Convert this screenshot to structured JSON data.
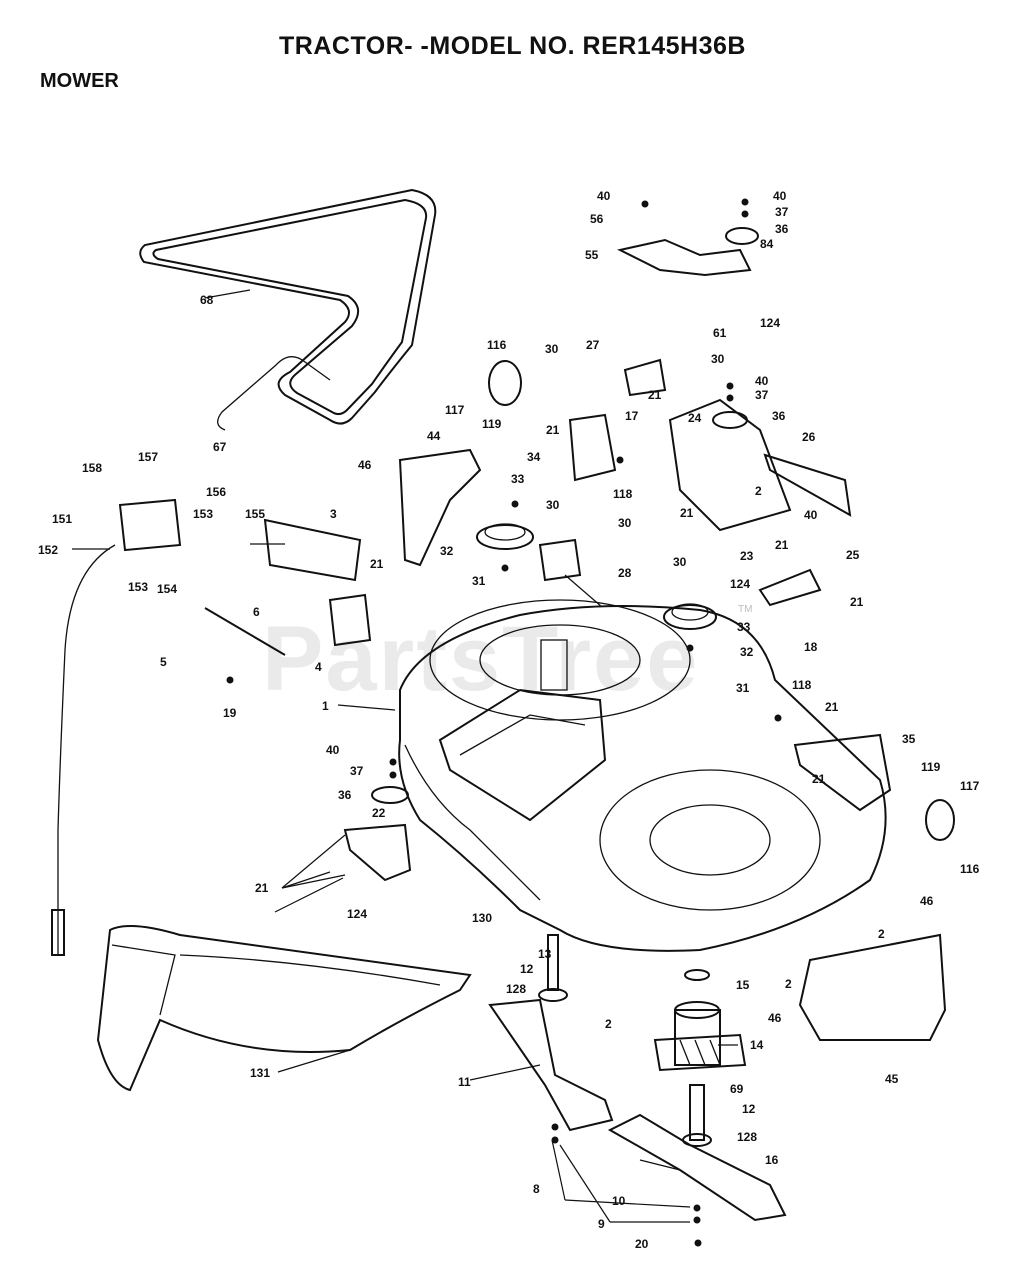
{
  "header": {
    "title": "TRACTOR- -MODEL NO. RER145H36B",
    "section": "MOWER"
  },
  "watermark": {
    "text": "PartsTree",
    "trademark": "TM"
  },
  "parts": {
    "p1": "1",
    "p2a": "2",
    "p2b": "2",
    "p2c": "2",
    "p2d": "2",
    "p3": "3",
    "p4": "4",
    "p5": "5",
    "p6": "6",
    "p8": "8",
    "p9": "9",
    "p10": "10",
    "p11": "11",
    "p12a": "12",
    "p12b": "12",
    "p13": "13",
    "p14": "14",
    "p15": "15",
    "p16": "16",
    "p17": "17",
    "p18": "18",
    "p19": "19",
    "p20": "20",
    "p21a": "21",
    "p21b": "21",
    "p21c": "21",
    "p21d": "21",
    "p21e": "21",
    "p21f": "21",
    "p21g": "21",
    "p21h": "21",
    "p21i": "21",
    "p22": "22",
    "p23": "23",
    "p24": "24",
    "p25": "25",
    "p26": "26",
    "p27": "27",
    "p28": "28",
    "p30a": "30",
    "p30b": "30",
    "p30c": "30",
    "p30d": "30",
    "p30e": "30",
    "p31a": "31",
    "p31b": "31",
    "p32a": "32",
    "p32b": "32",
    "p33a": "33",
    "p33b": "33",
    "p34": "34",
    "p35": "35",
    "p36a": "36",
    "p36b": "36",
    "p36c": "36",
    "p37a": "37",
    "p37b": "37",
    "p37c": "37",
    "p40a": "40",
    "p40b": "40",
    "p40c": "40",
    "p40d": "40",
    "p40e": "40",
    "p44": "44",
    "p45": "45",
    "p46a": "46",
    "p46b": "46",
    "p46c": "46",
    "p55": "55",
    "p56": "56",
    "p61": "61",
    "p67": "67",
    "p68": "68",
    "p69": "69",
    "p84": "84",
    "p116a": "116",
    "p116b": "116",
    "p117a": "117",
    "p117b": "117",
    "p118a": "118",
    "p118b": "118",
    "p119a": "119",
    "p119b": "119",
    "p124a": "124",
    "p124b": "124",
    "p124c": "124",
    "p128a": "128",
    "p128b": "128",
    "p130": "130",
    "p131": "131",
    "p151": "151",
    "p152": "152",
    "p153a": "153",
    "p153b": "153",
    "p154": "154",
    "p155": "155",
    "p156": "156",
    "p157": "157",
    "p158": "158"
  }
}
